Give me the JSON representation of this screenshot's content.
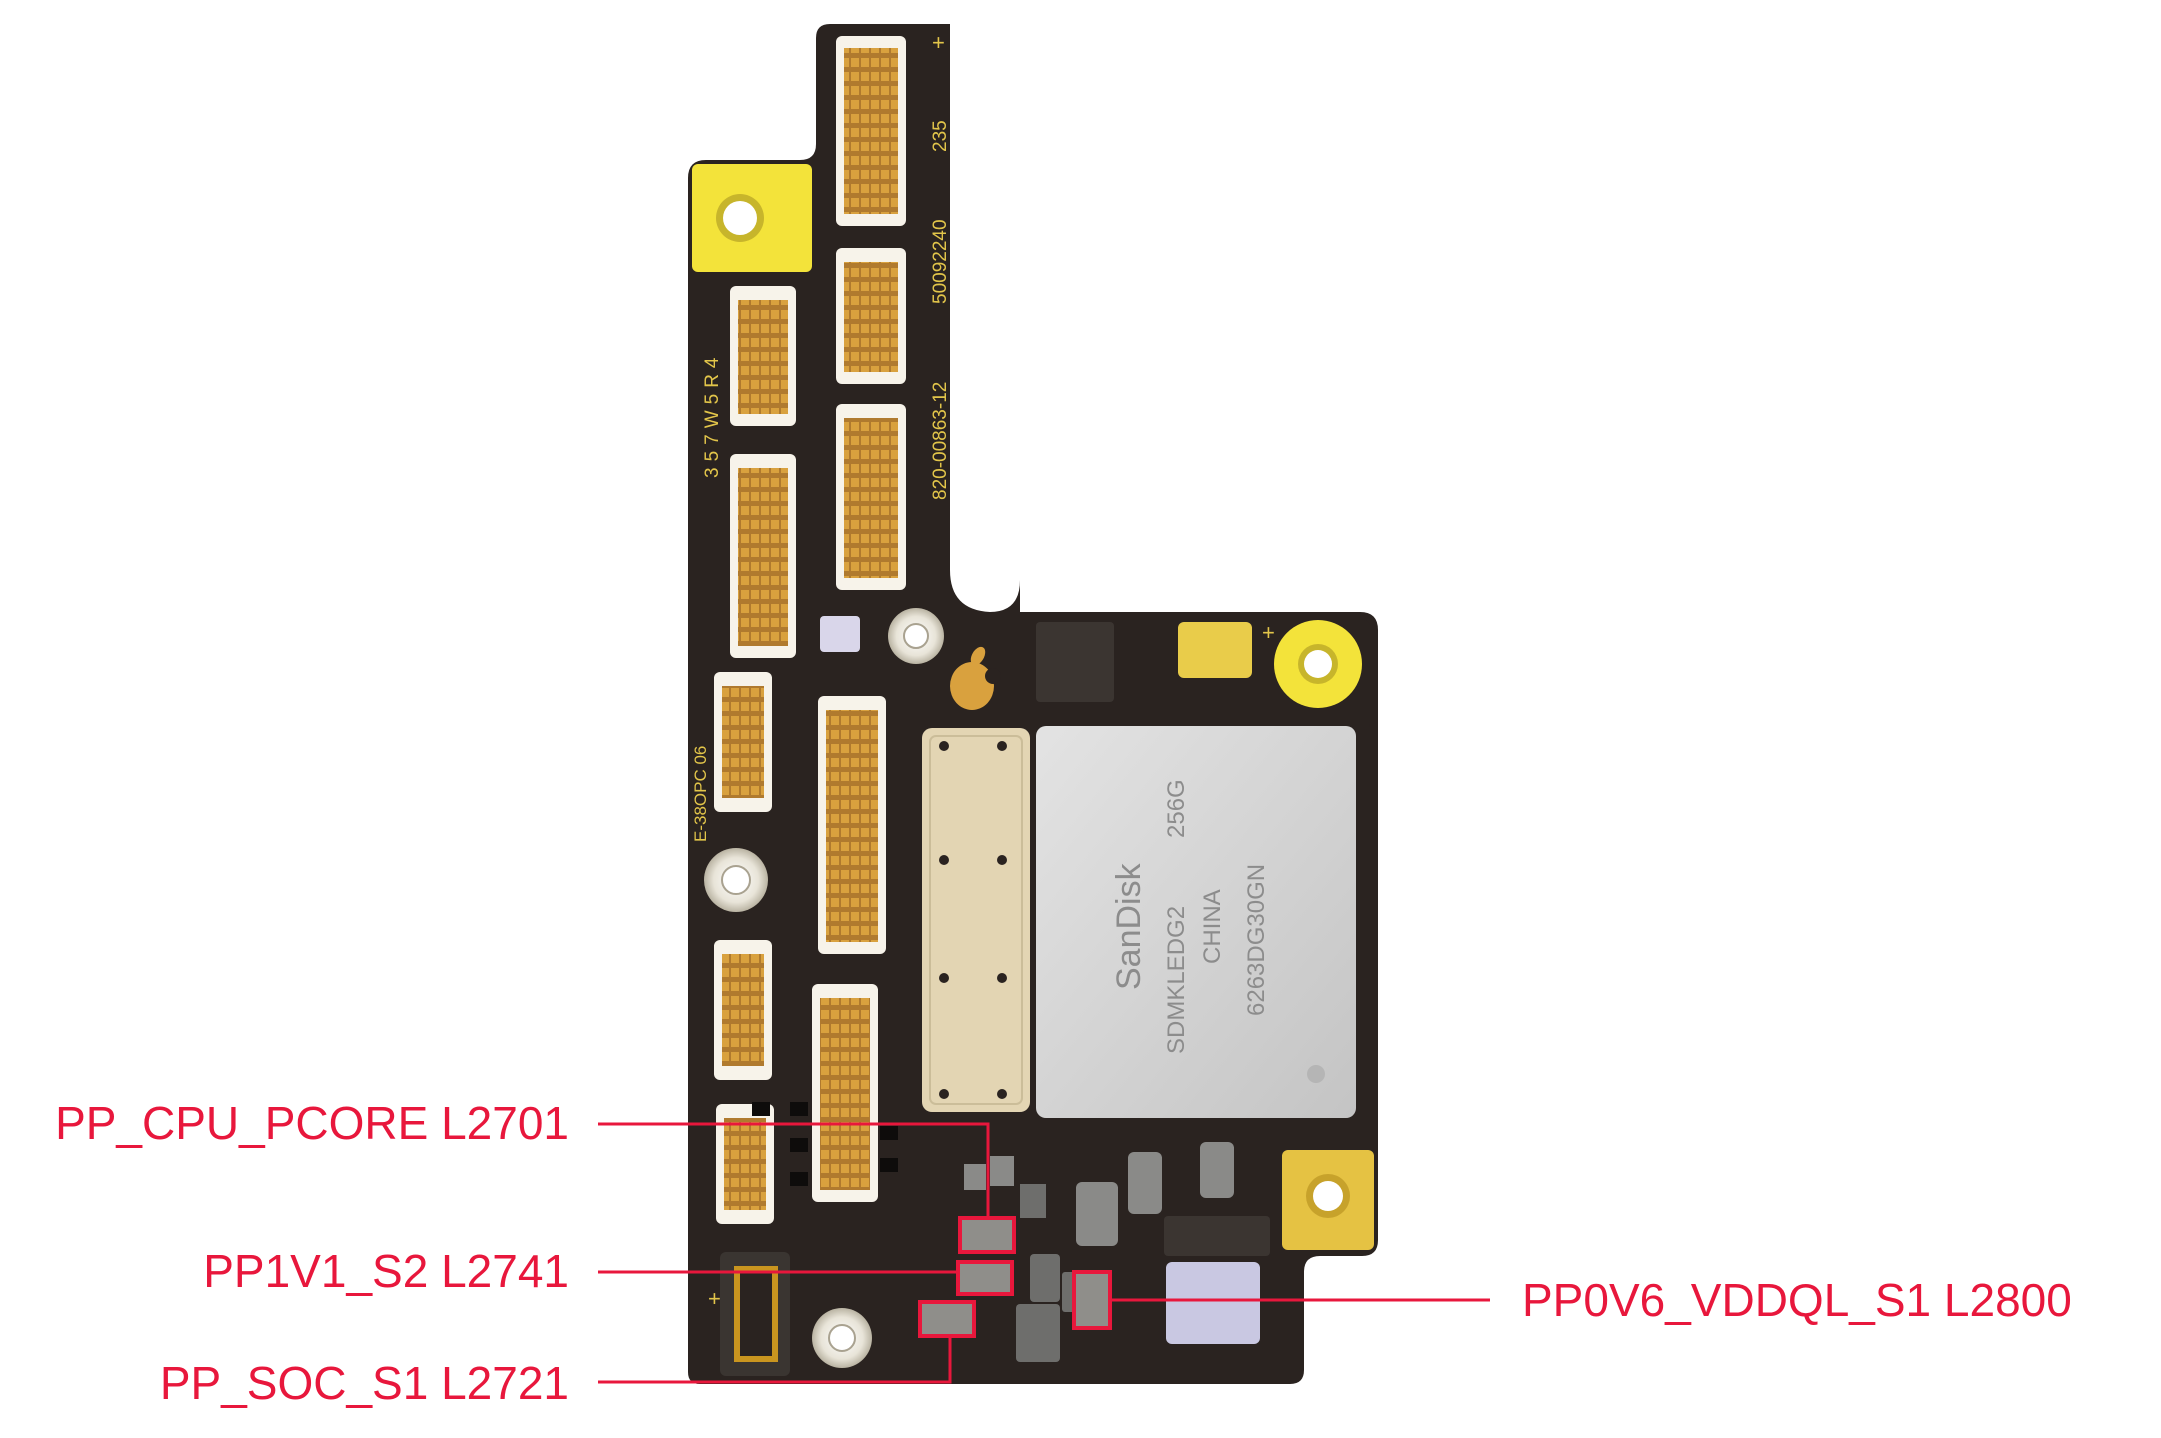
{
  "board": {
    "silkscreen": {
      "part_number": "820-00863-12",
      "serial_code": "50092240",
      "rev_code": "235",
      "lot_code": "357W5R4",
      "pcb_code": "E-38OPC 06",
      "plus_marks": [
        "+",
        "+",
        "+"
      ]
    },
    "nand_chip": {
      "brand": "SanDisk",
      "model": "SDMKLEDG2",
      "capacity": "256G",
      "origin": "CHINA",
      "lot": "6263DG30GN"
    }
  },
  "callouts": [
    {
      "id": "pp-cpu-pcore",
      "label": "PP_CPU_PCORE L2701",
      "side": "left"
    },
    {
      "id": "pp1v1-s2",
      "label": "PP1V1_S2 L2741",
      "side": "left"
    },
    {
      "id": "pp-soc-s1",
      "label": "PP_SOC_S1 L2721",
      "side": "left"
    },
    {
      "id": "pp0v6-vddql-s1",
      "label": "PP0V6_VDDQL_S1 L2800",
      "side": "right"
    }
  ],
  "colors": {
    "callout": "#e8173c",
    "board": "#2a2320",
    "gold": "#c9a24a",
    "yellow_pad": "#f3e33a",
    "nand": "#cfcfcf",
    "shield": "#e3d5b3"
  }
}
